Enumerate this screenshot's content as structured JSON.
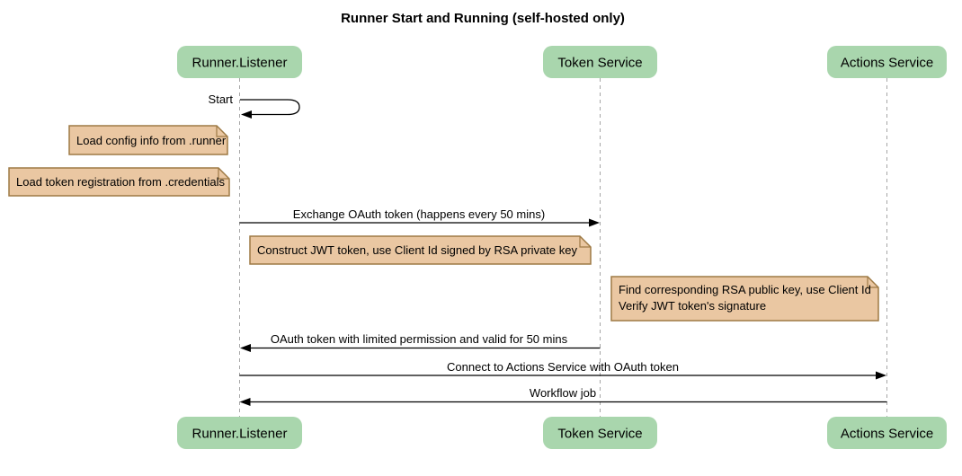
{
  "title": "Runner Start and Running (self-hosted only)",
  "diagram_type": "sequence",
  "participants": [
    {
      "label": "Runner.Listener"
    },
    {
      "label": "Token Service"
    },
    {
      "label": "Actions Service"
    }
  ],
  "messages": [
    {
      "label": "Start",
      "from": "Runner.Listener",
      "to": "Runner.Listener",
      "kind": "self"
    },
    {
      "label": "Exchange OAuth token (happens every 50 mins)",
      "from": "Runner.Listener",
      "to": "Token Service",
      "kind": "solid-arrow"
    },
    {
      "label": "OAuth token with limited permission and valid for 50 mins",
      "from": "Token Service",
      "to": "Runner.Listener",
      "kind": "solid-arrow"
    },
    {
      "label": "Connect to Actions Service with OAuth token",
      "from": "Runner.Listener",
      "to": "Actions Service",
      "kind": "solid-arrow"
    },
    {
      "label": "Workflow job",
      "from": "Actions Service",
      "to": "Runner.Listener",
      "kind": "solid-arrow"
    }
  ],
  "notes": [
    {
      "text": "Load config info from .runner",
      "position": "left of Runner.Listener"
    },
    {
      "text": "Load token registration from .credentials",
      "position": "left of Runner.Listener"
    },
    {
      "text": "Construct JWT token, use Client Id signed by RSA private key",
      "position": "between Runner.Listener and Token Service"
    },
    {
      "lines": [
        "Find corresponding RSA public key, use Client Id",
        "Verify JWT token's signature"
      ],
      "position": "between Token Service and Actions Service"
    }
  ],
  "colors": {
    "participant_fill": "#A9D6AD",
    "note_fill": "#EAC7A2",
    "note_border": "#9E7A45",
    "lifeline": "#A6A6A6",
    "text": "#000000",
    "background": "#FFFFFF"
  }
}
